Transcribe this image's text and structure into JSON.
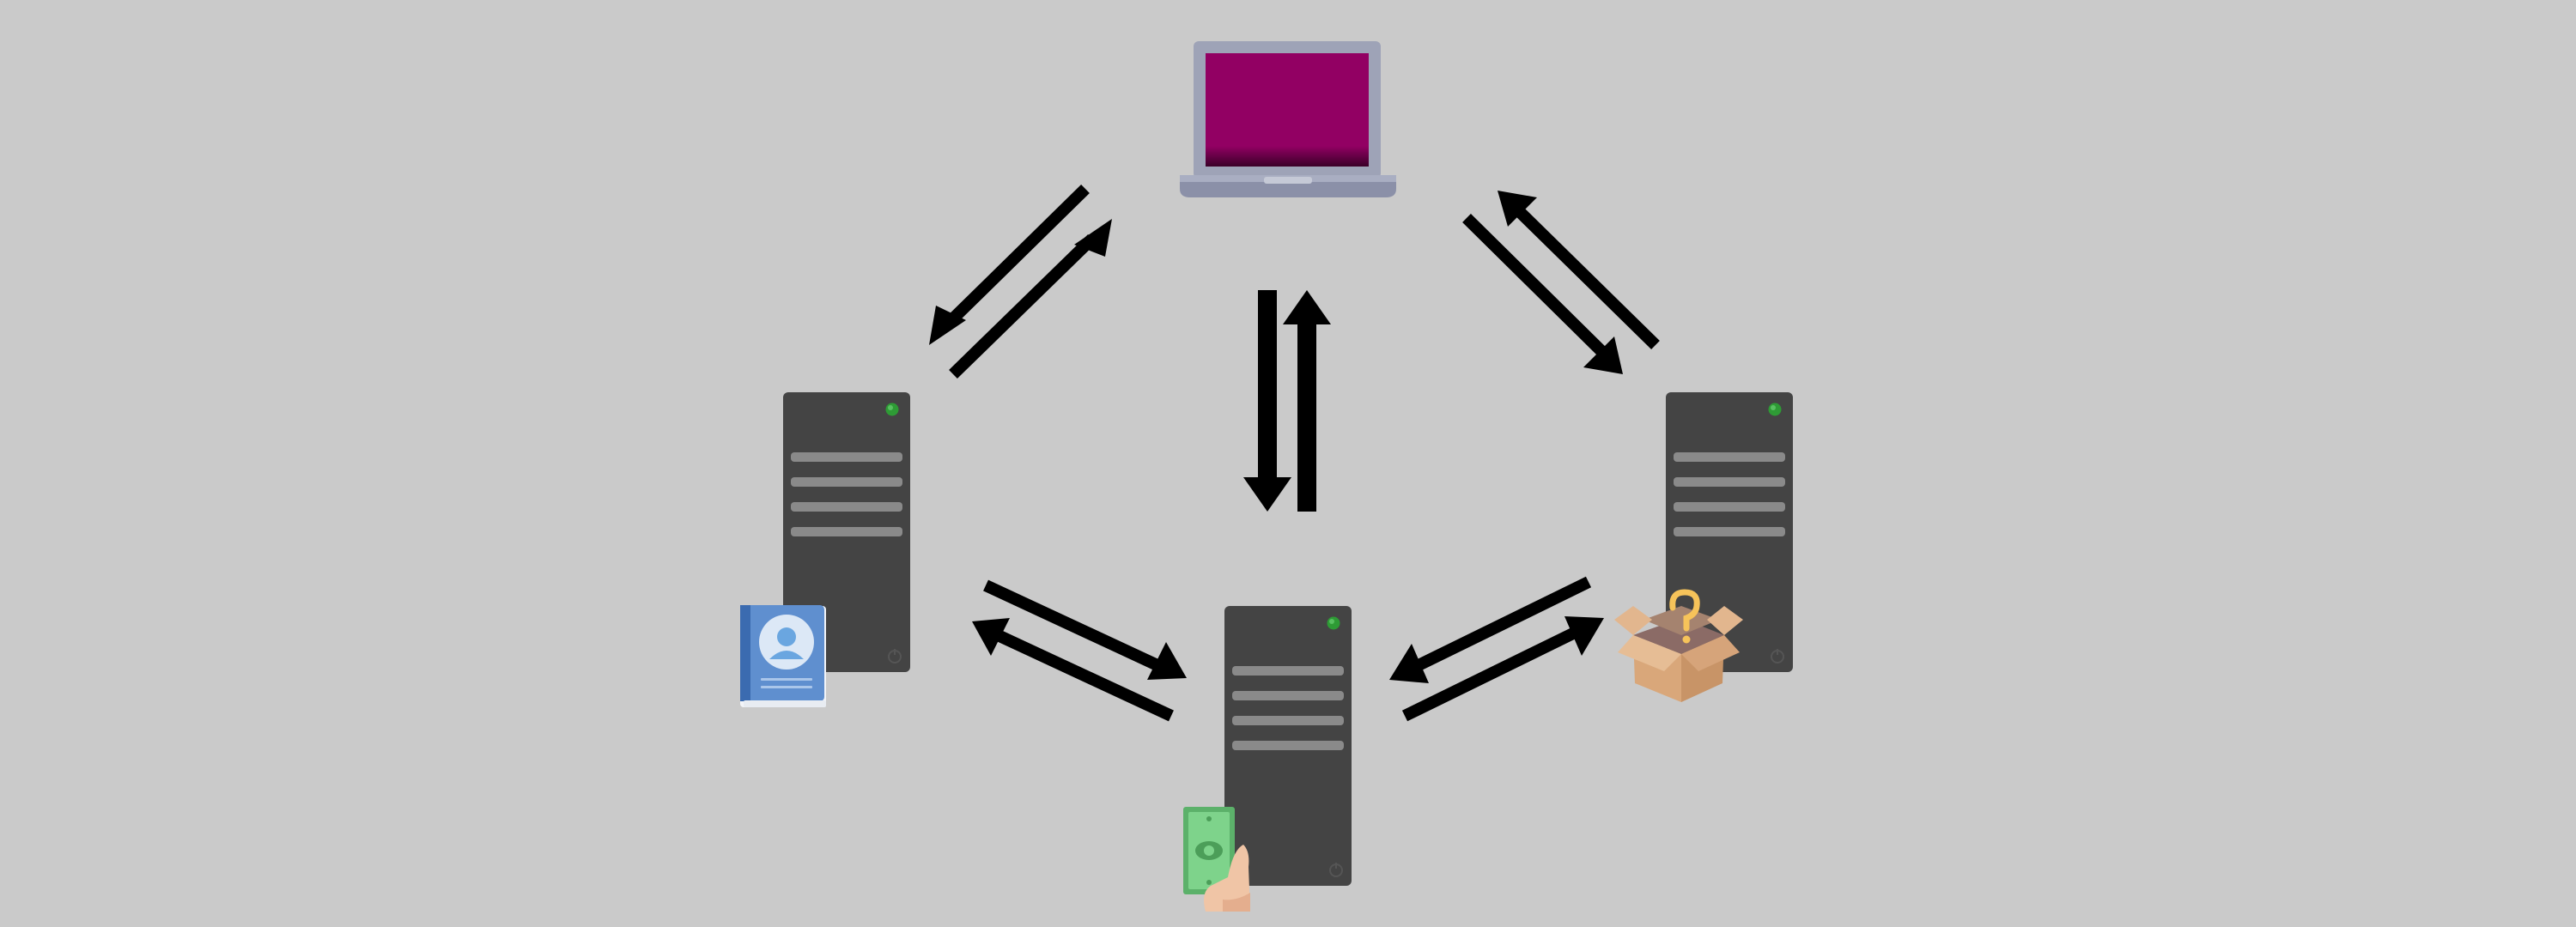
{
  "diagram": {
    "background": "#cacaca",
    "nodes": [
      {
        "id": "client-laptop",
        "kind": "laptop",
        "screen_color": "#920063"
      },
      {
        "id": "server-left",
        "kind": "server",
        "attachment": "address-book-icon"
      },
      {
        "id": "server-center",
        "kind": "server",
        "attachment": "payment-icon"
      },
      {
        "id": "server-right",
        "kind": "server",
        "attachment": "package-icon"
      }
    ],
    "connections": [
      {
        "from": "client-laptop",
        "to": "server-left",
        "direction": "bidirectional"
      },
      {
        "from": "client-laptop",
        "to": "server-center",
        "direction": "bidirectional"
      },
      {
        "from": "client-laptop",
        "to": "server-right",
        "direction": "bidirectional"
      },
      {
        "from": "server-left",
        "to": "server-center",
        "direction": "bidirectional"
      },
      {
        "from": "server-center",
        "to": "server-right",
        "direction": "bidirectional"
      }
    ],
    "colors": {
      "server_body": "#444444",
      "server_slot": "#8a8a8a",
      "server_led": "#2e9b35",
      "laptop_frame": "#9ea3b7",
      "laptop_base": "#8b90a8",
      "arrow": "#000000",
      "book_blue": "#5f8fcf",
      "money_green": "#6cc87a",
      "box_tan": "#d9a77a",
      "question_yellow": "#f6c35a"
    }
  }
}
